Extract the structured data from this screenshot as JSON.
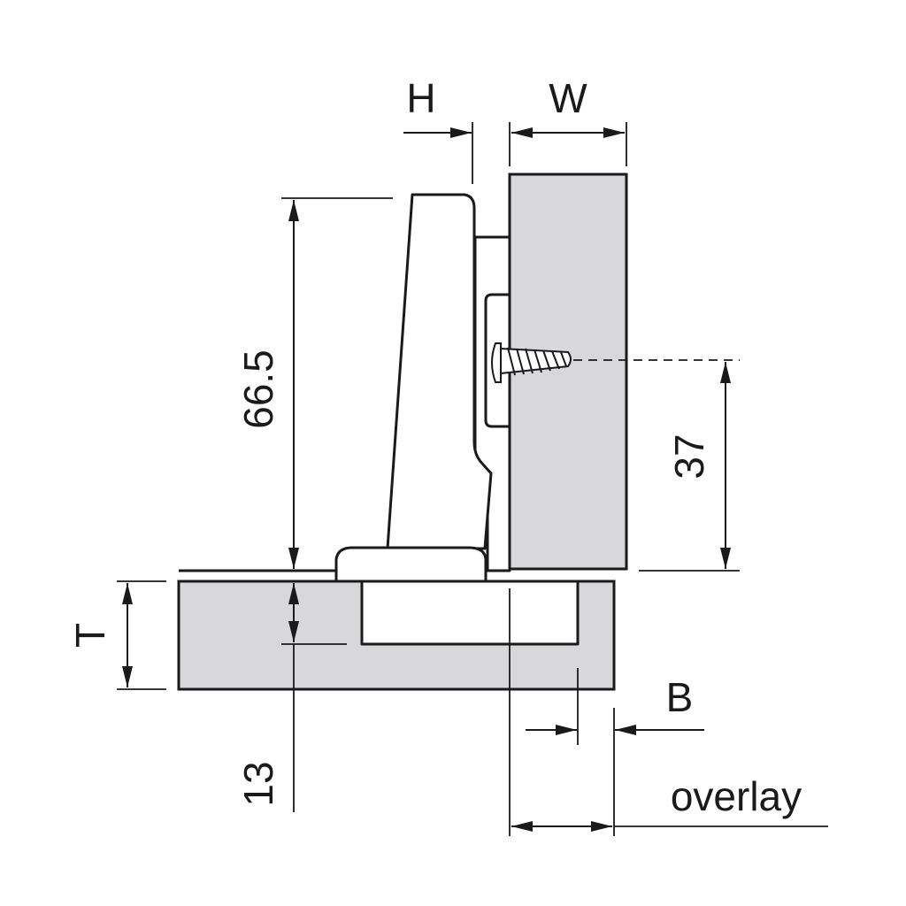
{
  "labels": {
    "H": "H",
    "W": "W",
    "height": "66.5",
    "hole_offset": "37",
    "T": "T",
    "cup_depth": "13",
    "B": "B",
    "overlay": "overlay"
  },
  "colors": {
    "panel": "#d8d8da",
    "line": "#1a1a1a",
    "background": "#ffffff"
  }
}
